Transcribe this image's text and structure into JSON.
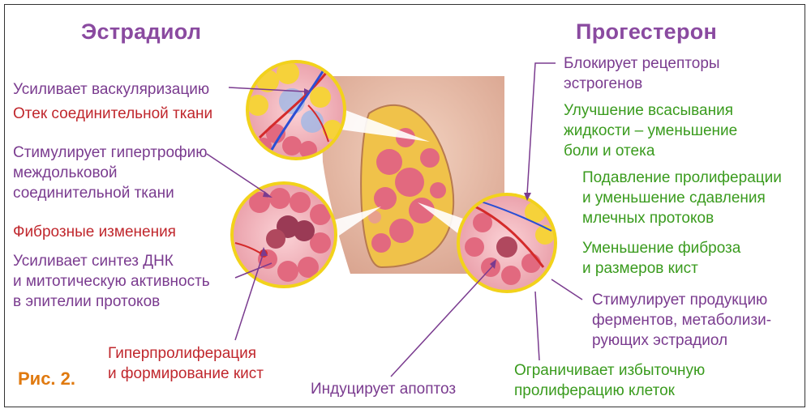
{
  "headings": {
    "estradiol": "Эстрадиол",
    "progesterone": "Прогестерон"
  },
  "left_labels": [
    {
      "text": "Усиливает васкуляризацию",
      "color": "purple"
    },
    {
      "text": "Отек соединительной ткани",
      "color": "red"
    },
    {
      "text": "Стимулирует гипертрофию\nмеждольковой\nсоединительной ткани",
      "color": "purple"
    },
    {
      "text": "Фиброзные изменения",
      "color": "red"
    },
    {
      "text": "Усиливает синтез ДНК\nи митотическую активность\nв эпителии протоков",
      "color": "purple"
    },
    {
      "text": "Гиперпролиферация\nи формирование кист",
      "color": "red"
    }
  ],
  "center_label": "Индуцирует апоптоз",
  "right_labels": [
    {
      "text": "Блокирует рецепторы\nэстрогенов",
      "color": "purple"
    },
    {
      "text": "Улучшение всасывания\nжидкости – уменьшение\nболи и отека",
      "color": "green"
    },
    {
      "text": "Подавление пролиферации\nи уменьшение сдавления\nмлечных протоков",
      "color": "green"
    },
    {
      "text": "Уменьшение фиброза\nи размеров кист",
      "color": "green"
    },
    {
      "text": "Стимулирует продукцию\nферментов, метаболизи-\nрующих эстрадиол",
      "color": "purple"
    },
    {
      "text": "Ограничивает избыточную\nпролиферацию клеток",
      "color": "green"
    }
  ],
  "figure_label": "Рис. 2.",
  "colors": {
    "purple": "#7a3b8f",
    "red": "#c0272d",
    "green": "#3a9b1e",
    "heading": "#8a4aa0",
    "figure": "#e07a10",
    "circle_ring": "#f2d21b",
    "cell": "#e8768a",
    "fat": "#f6d23a"
  }
}
